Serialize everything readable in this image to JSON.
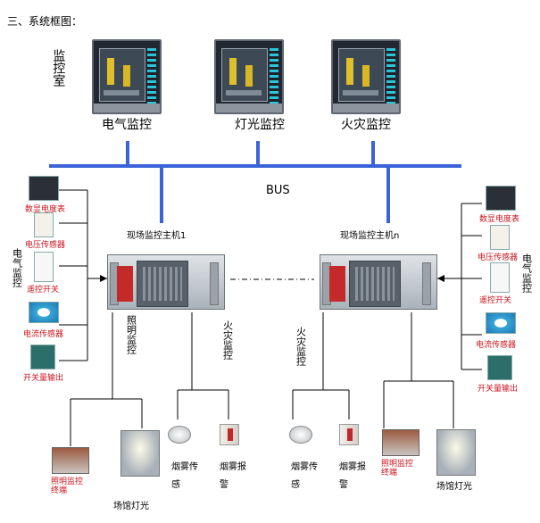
{
  "section_title": "三、系统框图：",
  "control_room": {
    "label": "监控室"
  },
  "top_monitors": [
    {
      "label": "电气监控"
    },
    {
      "label": "灯光监控"
    },
    {
      "label": "火灾监控"
    }
  ],
  "bus_label": "BUS",
  "hosts": [
    {
      "label": "现场监控主机1"
    },
    {
      "label": "现场监控主机n"
    }
  ],
  "left_devices": {
    "group_label": "电气监控",
    "items": [
      "数显电度表",
      "电压传感器",
      "遥控开关",
      "电流传感器",
      "开关量输出"
    ]
  },
  "right_devices": {
    "group_label": "电气监控",
    "items": [
      "数显电度表",
      "电压传感器",
      "遥控开关",
      "电流传感器",
      "开关量输出"
    ]
  },
  "left_branches": {
    "lighting": {
      "label": "照明监控",
      "terminal": "照明监控终端",
      "lamp": "场馆灯光"
    },
    "fire": {
      "label": "火灾监控",
      "smoke": "烟雾传感",
      "alarm": "烟雾报警"
    }
  },
  "right_branches": {
    "fire": {
      "label": "火灾监控",
      "smoke": "烟雾传感",
      "alarm": "烟雾报警"
    },
    "lighting": {
      "terminal": "照明监控终端",
      "lamp": "场馆灯光"
    }
  }
}
